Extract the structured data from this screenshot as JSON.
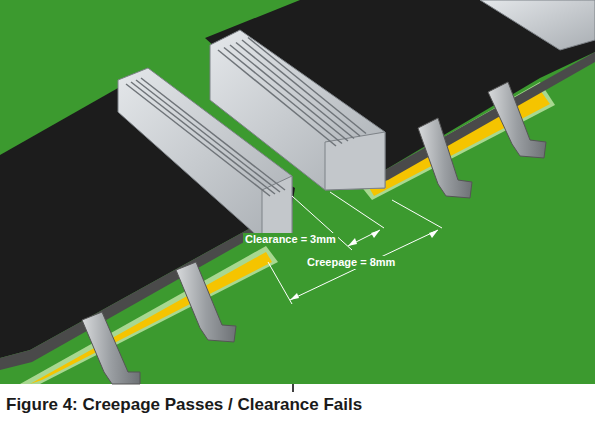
{
  "diagram": {
    "caption": "Figure 4: Creepage Passes / Clearance Fails",
    "labels": [
      "Clearance = 3mm",
      "Creepage = 8mm"
    ]
  }
}
